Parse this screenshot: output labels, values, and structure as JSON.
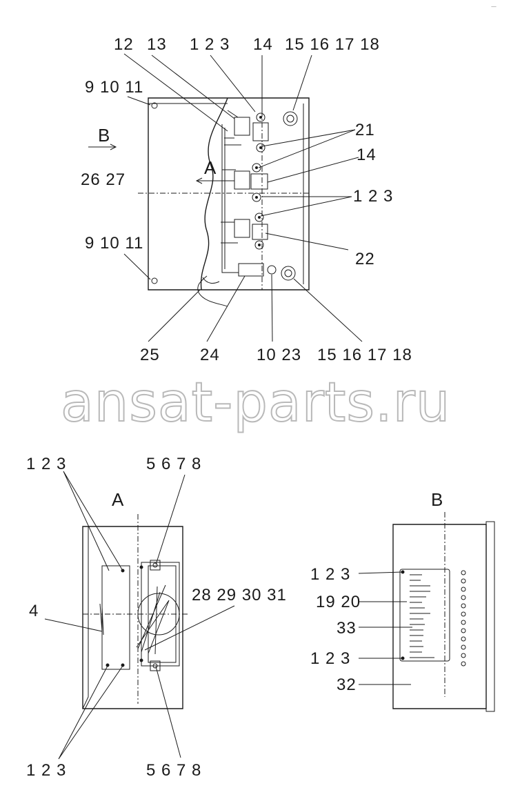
{
  "corner_mark": "—",
  "watermark": "ansat-parts.ru",
  "top_view": {
    "labels": {
      "l12": "12",
      "l13": "13",
      "l123_top": "1 2 3",
      "l14_top": "14",
      "l15_top": "15 16 17 18",
      "l9_top": "9 10 11",
      "lB": "B",
      "l21": "21",
      "l14_mid": "14",
      "lA": "A",
      "l2627": "26 27",
      "l123_mid": "1 2 3",
      "l9_bot": "9 10 11",
      "l22": "22",
      "l25": "25",
      "l24": "24",
      "l1023": "10 23",
      "l15_bot": "15 16 17 18"
    }
  },
  "view_a": {
    "title": "A",
    "labels": {
      "l123_top": "1 2 3",
      "l5678_top": "5 6 7 8",
      "l4": "4",
      "l28": "28 29 30 31",
      "l123_bot": "1 2 3",
      "l5678_bot": "5 6 7 8"
    }
  },
  "view_b": {
    "title": "B",
    "labels": {
      "l123_top": "1 2 3",
      "l1920": "19 20",
      "l33": "33",
      "l123_bot": "1 2 3",
      "l32": "32"
    }
  },
  "colors": {
    "ink": "#1a1a1a",
    "watermark_outline": "#b9b9b9"
  }
}
